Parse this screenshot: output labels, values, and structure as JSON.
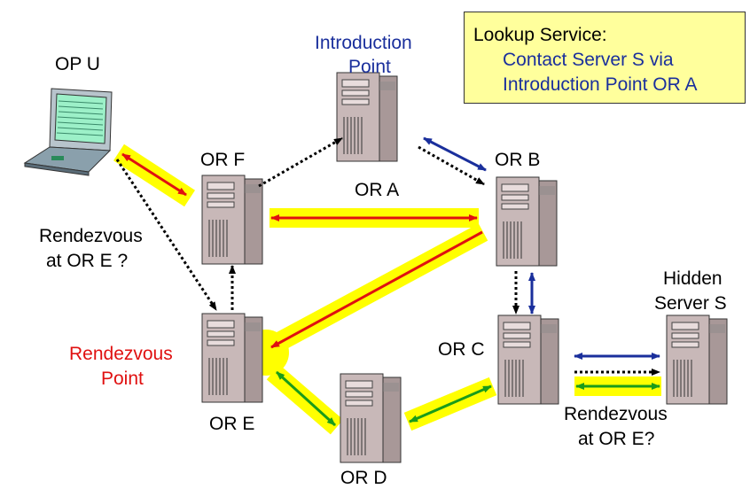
{
  "lookup": {
    "title": "Lookup Service:",
    "line1": "Contact Server S via",
    "line2": "Introduction Point OR A"
  },
  "labels": {
    "op_u": "OP U",
    "intro_line1": "Introduction",
    "intro_line2": "Point",
    "or_a": "OR A",
    "or_b": "OR B",
    "or_c": "OR C",
    "or_d": "OR D",
    "or_e": "OR E",
    "or_f": "OR F",
    "hidden_line1": "Hidden",
    "hidden_line2": "Server S",
    "rdv_q_line1": "Rendezvous",
    "rdv_q_line2": "at OR E ?",
    "rdv_point_line1": "Rendezvous",
    "rdv_point_line2": "Point",
    "rdv_s_line1": "Rendezvous",
    "rdv_s_line2": "at OR E?"
  },
  "colors": {
    "highlight": "#ffff00",
    "circuit_arrow": "#e01010",
    "server_arrow": "#1a9c1a",
    "intro_arrow": "#1a2f9c",
    "dotted_arrow": "#000000",
    "lookup_box": "#ffff9c",
    "rendezvous_point_text": "#e01010",
    "introduction_text": "#1a2f9c"
  },
  "icons": {
    "client": "laptop-icon",
    "relay": "server-tower-icon"
  }
}
